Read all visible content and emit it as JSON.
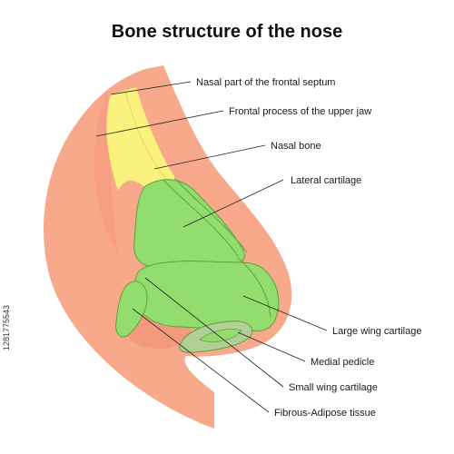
{
  "title": "Bone structure of the nose",
  "labels": {
    "frontal_septum": "Nasal part of the frontal septum",
    "frontal_process": "Frontal process of the upper jaw",
    "nasal_bone": "Nasal bone",
    "lateral_cartilage": "Lateral cartilage",
    "large_wing_cartilage": "Large wing cartilage",
    "medial_pedicle": "Medial pedicle",
    "small_wing_cartilage": "Small wing cartilage",
    "fibrous_adipose": "Fibrous-Adipose tissue"
  },
  "stock_id": "1281775543",
  "colors": {
    "skin": "#f9a98b",
    "skin_shadow": "#f39a7e",
    "bone": "#fbf27e",
    "cartilage": "#93dd6e",
    "cartilage_outline": "#5aa43c",
    "adipose": "#b2cf97",
    "leader_line": "#222222"
  }
}
